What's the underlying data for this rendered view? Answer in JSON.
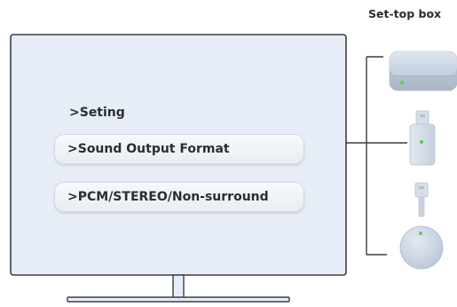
{
  "tv_menu": {
    "heading": ">Seting",
    "items": [
      {
        "label": ">Sound Output Format"
      },
      {
        "label": ">PCM/STEREO/Non-surround"
      }
    ]
  },
  "devices": {
    "label": "Set-top box",
    "icons": [
      "set-top-box-icon",
      "usb-stick-icon",
      "streaming-dongle-icon"
    ],
    "indicator_color": "#5ccf4a"
  },
  "colors": {
    "screen_fill": "#e7edf6",
    "device_fill": "#d2dbe8",
    "outline": "#3a3f47"
  }
}
